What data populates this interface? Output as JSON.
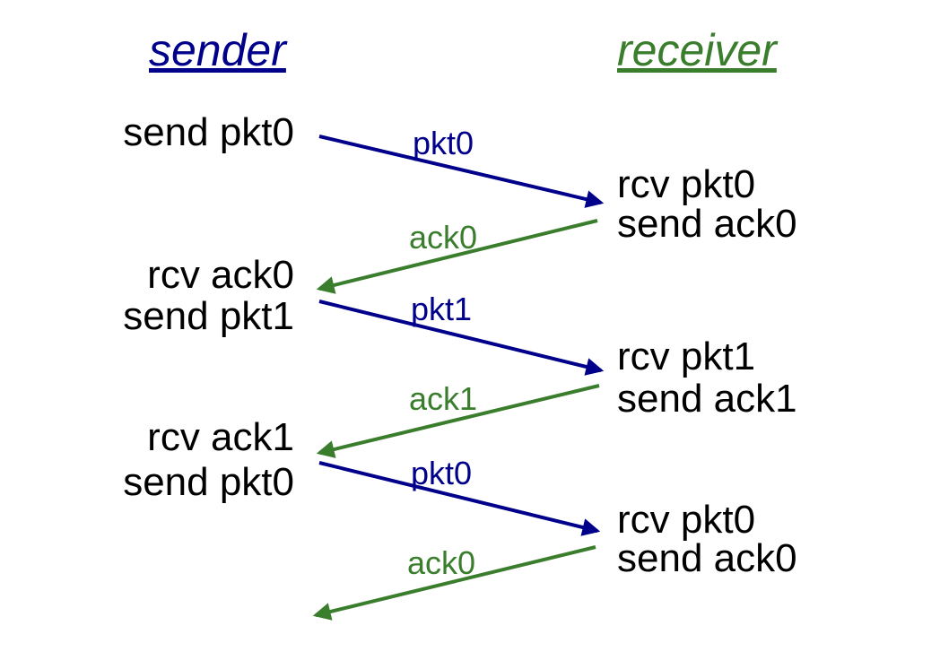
{
  "colors": {
    "sender": "#00008b",
    "receiver": "#3a7d2c",
    "text": "#000000"
  },
  "headers": {
    "sender": "sender",
    "receiver": "receiver"
  },
  "sender_events": [
    "send pkt0",
    "rcv ack0",
    "send pkt1",
    "rcv ack1",
    "send pkt0"
  ],
  "receiver_events": [
    "rcv pkt0",
    "send ack0",
    "rcv pkt1",
    "send ack1",
    "rcv pkt0",
    "send ack0"
  ],
  "messages": [
    "pkt0",
    "ack0",
    "pkt1",
    "ack1",
    "pkt0",
    "ack0"
  ]
}
